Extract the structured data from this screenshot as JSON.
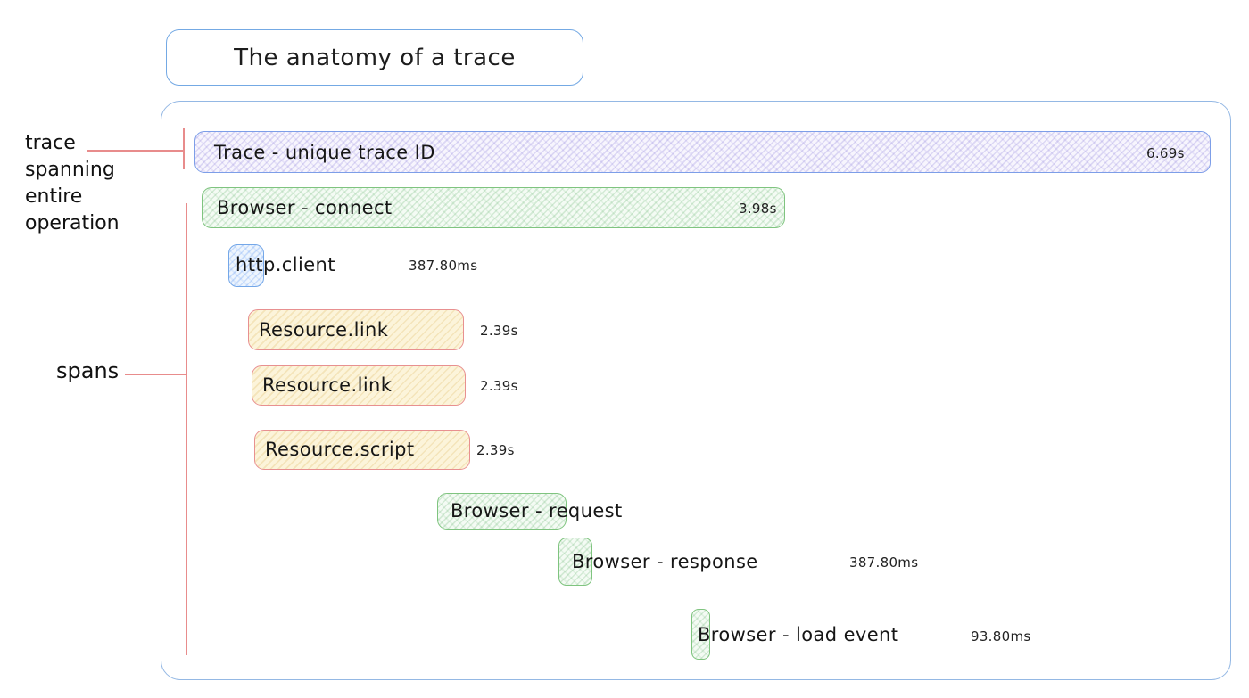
{
  "title": "The anatomy of a trace",
  "annotations": {
    "trace": "trace\nspanning\nentire\noperation",
    "spans": "spans"
  },
  "spans": {
    "trace": {
      "label": "Trace - unique trace ID",
      "duration": "6.69s"
    },
    "browser_connect": {
      "label": "Browser - connect",
      "duration": "3.98s"
    },
    "http_client": {
      "label": "http.client",
      "duration": "387.80ms"
    },
    "resource_link_1": {
      "label": "Resource.link",
      "duration": "2.39s"
    },
    "resource_link_2": {
      "label": "Resource.link",
      "duration": "2.39s"
    },
    "resource_script": {
      "label": "Resource.script",
      "duration": "2.39s"
    },
    "browser_request": {
      "label": "Browser - request"
    },
    "browser_response": {
      "label": "Browser - response",
      "duration": "387.80ms"
    },
    "browser_load_event": {
      "label": "Browser - load event",
      "duration": "93.80ms"
    }
  },
  "colors": {
    "trace_fill": "#f0ecfa",
    "trace_border": "#7d9ee8",
    "green_fill": "#e9f6e9",
    "green_border": "#7fc47f",
    "blue_fill": "#ddecfa",
    "blue_border": "#74a7e8",
    "yellow_fill": "#fcf4da",
    "yellow_border": "#e89090",
    "annotation_line": "#e88c8c",
    "container_border": "#94b8e4"
  }
}
